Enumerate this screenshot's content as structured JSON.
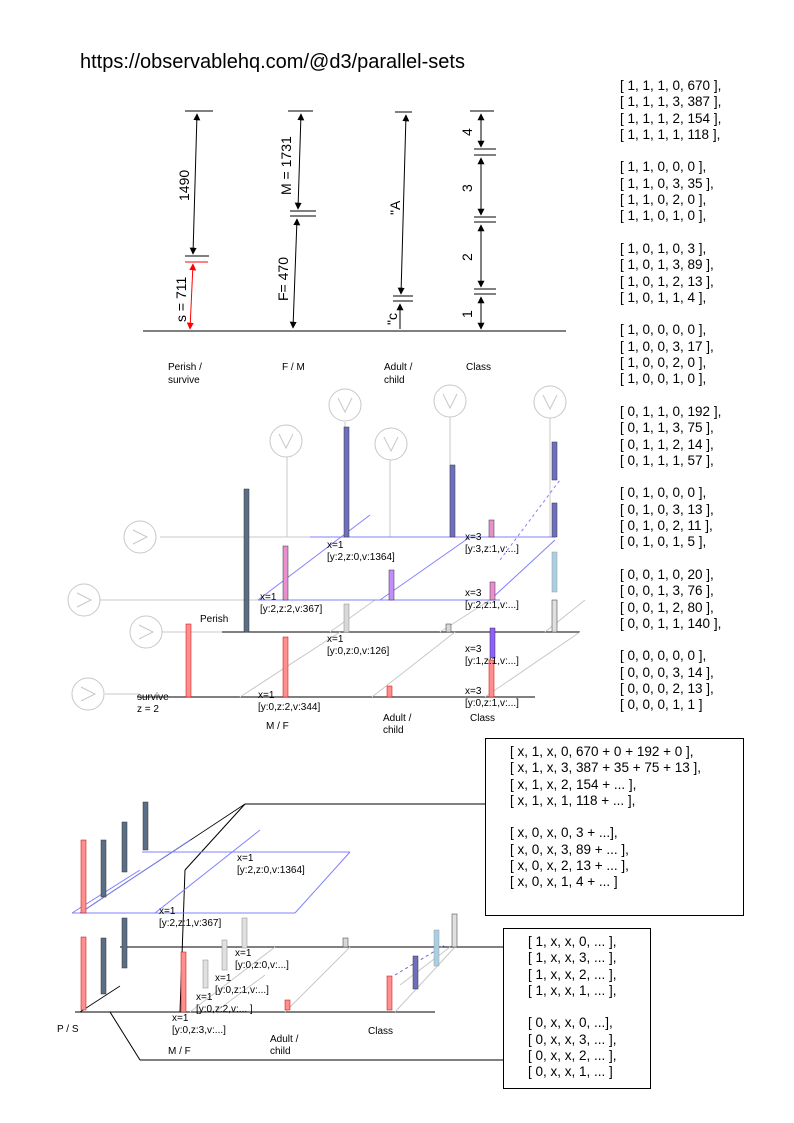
{
  "title": "https://observablehq.com/@d3/parallel-sets",
  "top_diagram": {
    "measures": {
      "total_perish": "1490",
      "total_survive": "s = 711",
      "male": "M = 1731",
      "female": "F= 470",
      "adult": "\"A",
      "child": "\"c",
      "class4": "4",
      "class3": "3",
      "class2": "2",
      "class1": "1"
    },
    "axis_labels": {
      "perish_line1": "Perish /",
      "perish_line2": "survive",
      "sex": "F / M",
      "age_line1": "Adult /",
      "age_line2": "child",
      "class": "Class"
    }
  },
  "middle_diagram": {
    "labels": {
      "perish": "Perish",
      "survive": "survive",
      "z2": "z = 2",
      "mf": "M / F",
      "adult_line1": "Adult /",
      "adult_line2": "child",
      "class": "Class",
      "a1_x": "x=1",
      "a1_v": "[y:2,z:0,v:1364]",
      "a2_x": "x=1",
      "a2_v": "[y:2,z:2,v:367]",
      "a3_x": "x=1",
      "a3_v": "[y:0,z:0,v:126]",
      "a4_x": "x=1",
      "a4_v": "[y:0,z:2,v:344]",
      "b1_x": "x=3",
      "b1_v": "[y:3,z:1,v:...]",
      "b2_x": "x=3",
      "b2_v": "[y:2,z:1,v:...]",
      "b3_x": "x=3",
      "b3_v": "[y:1,z:1,v:...]",
      "b4_x": "x=3",
      "b4_v": "[y:0,z:1,v:...]"
    }
  },
  "bottom_diagram": {
    "labels": {
      "ps": "P / S",
      "mf": "M / F",
      "adult_line1": "Adult /",
      "adult_line2": "child",
      "class": "Class",
      "c1_x": "x=1",
      "c1_v": "[y:2,z:0,v:1364]",
      "c2_x": "x=1",
      "c2_v": "[y:2,z:1,v:367]",
      "c3_x": "x=1",
      "c3_v": "[y:0,z:0,v:...]",
      "c4_x": "x=1",
      "c4_v": "[y:0,z:1,v:...]",
      "c5_x": "x=1",
      "c5_v": "[y:0,z:2,v:... ]",
      "c6_x": "x=1",
      "c6_v": "[y:0,z:3,v:...]"
    }
  },
  "arrays_text": "[ 1, 1, 1, 0, 670 ],\n[ 1, 1, 1, 3, 387 ],\n[ 1, 1, 1, 2, 154 ],\n[ 1, 1, 1, 1, 118 ],\n\n[ 1, 1, 0, 0, 0 ],\n[ 1, 1, 0, 3, 35 ],\n[ 1, 1, 0, 2, 0 ],\n[ 1, 1, 0, 1, 0 ],\n\n[ 1, 0, 1, 0, 3 ],\n[ 1, 0, 1, 3, 89 ],\n[ 1, 0, 1, 2, 13 ],\n[ 1, 0, 1, 1, 4 ],\n\n[ 1, 0, 0, 0, 0 ],\n[ 1, 0, 0, 3, 17 ],\n[ 1, 0, 0, 2, 0 ],\n[ 1, 0, 0, 1, 0 ],\n\n[ 0, 1, 1, 0, 192 ],\n[ 0, 1, 1, 3, 75 ],\n[ 0, 1, 1, 2, 14 ],\n[ 0, 1, 1, 1, 57 ],\n\n[ 0, 1, 0, 0, 0 ],\n[ 0, 1, 0, 3, 13 ],\n[ 0, 1, 0, 2, 11 ],\n[ 0, 1, 0, 1, 5 ],\n\n[ 0, 0, 1, 0, 20 ],\n[ 0, 0, 1, 3, 76 ],\n[ 0, 0, 1, 2, 80 ],\n[ 0, 0, 1, 1, 140 ],\n\n[ 0, 0, 0, 0, 0 ],\n[ 0, 0, 0, 3, 14 ],\n[ 0, 0, 0, 2, 13 ],\n[ 0, 0, 0, 1, 1 ]",
  "box_sum_text": "[ x, 1, x, 0, 670 + 0 + 192 + 0 ],\n[ x, 1, x, 3, 387 + 35 + 75 + 13 ],\n[ x, 1, x, 2, 154 + ... ],\n[ x, 1, x, 1, 118 + ... ],\n\n[ x, 0, x, 0, 3 + ...],\n[ x, 0, x, 3, 89 + ... ],\n[ x, 0, x, 2, 13 + ... ],\n[ x, 0, x, 1, 4 + ... ]",
  "box_x_text": "[ 1, x, x, 0, ... ],\n[ 1, x, x, 3, ... ],\n[ 1, x, x, 2, ... ],\n[ 1, x, x, 1, ... ],\n\n[ 0, x, x, 0, ...],\n[ 0, x, x, 3, ... ],\n[ 0, x, x, 2, ... ],\n[ 0, x, x, 1, ... ]",
  "colors": {
    "pink": "#ff8f8f",
    "dark_blue": "#5a6f85",
    "purple": "#6f6fbf",
    "violet": "#c58cff",
    "light_blue": "#a9cfe2",
    "grey_bar": "#cfcfcf",
    "blue_line": "#8080ff",
    "red": "#ff0000"
  }
}
